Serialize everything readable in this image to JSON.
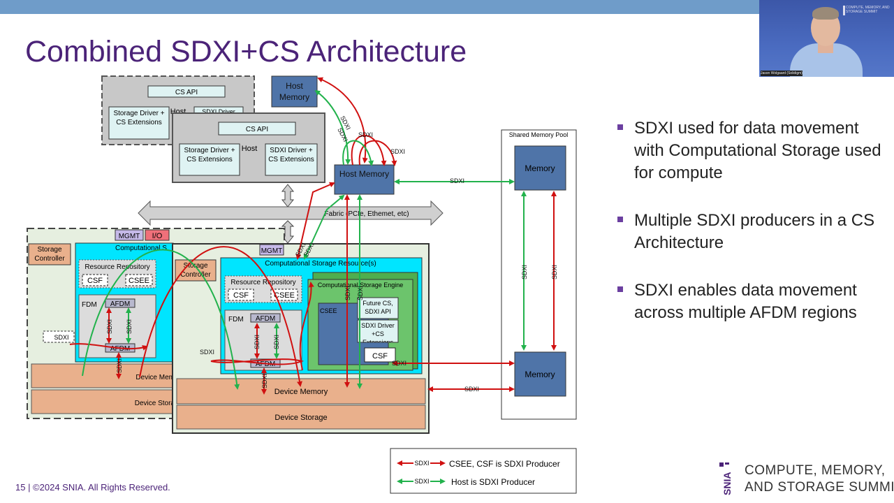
{
  "slide": {
    "title": "Combined SDXI+CS Architecture",
    "footer": "15 | ©2024 SNIA. All Rights Reserved.",
    "logo": {
      "line1": "COMPUTE, MEMORY,",
      "line2": "AND STORAGE SUMMIT",
      "vertical": "SNIA"
    },
    "webcam": {
      "caption": "Jason Wolgaard (Solidigm)",
      "brand": "COMPUTE, MEMORY, AND STORAGE SUMMIT"
    }
  },
  "bullets": [
    "SDXI used for data movement with Computational Storage used for compute",
    "Multiple SDXI producers in a CS Architecture",
    "SDXI enables data movement across multiple AFDM regions"
  ],
  "diagram": {
    "host_back": {
      "cs_api": "CS API",
      "host": "Host",
      "storage_driver": "Storage Driver + CS Extensions",
      "sdxi_driver": "SDXI Driver"
    },
    "host_front": {
      "cs_api": "CS API",
      "host": "Host",
      "storage_driver": "Storage Driver + CS Extensions",
      "sdxi_driver": "SDXI Driver + CS Extensions"
    },
    "host_memory_top": "Host Memory",
    "host_memory": "Host Memory",
    "fabric": "Fabric (PCIe, Ethemet, etc)",
    "shared_pool": {
      "title": "Shared Memory Pool",
      "memory_top": "Memory",
      "memory_bottom": "Memory"
    },
    "back_device": {
      "mgmt": "MGMT",
      "io": "I/O",
      "storage_controller": "Storage Controller",
      "csr": "Computational S",
      "resource_repository": "Resource Repository",
      "csf": "CSF",
      "csee": "CSEE",
      "fdm": "FDM",
      "afdm1": "AFDM",
      "afdm2": "AFDM",
      "device_memory": "Device Mem",
      "device_storage": "Device Stora"
    },
    "front_device": {
      "mgmt": "MGMT",
      "storage_controller": "Storage Controller",
      "csr": "Computational Storage Resource(s)",
      "resource_repository": "Resource Repository",
      "csf": "CSF",
      "csee": "CSEE",
      "cse": "Computational Storage Engine",
      "csee2": "CSEE",
      "future": "Future CS, SDXI API",
      "sdxi_driver": "SDXI Driver +CS Extensions",
      "csf2": "CSF",
      "fdm": "FDM",
      "afdm1": "AFDM",
      "afdm2": "AFDM",
      "device_memory": "Device Memory",
      "device_storage": "Device Storage"
    },
    "sdxi_label": "SDXI",
    "legend": {
      "red_label": "CSEE, CSF is SDXI Producer",
      "green_label": "Host is SDXI Producer",
      "arrow_text": "SDXI"
    }
  },
  "colors": {
    "title": "#4b2378",
    "topbar": "#6f9cc9",
    "memory_box": "#4f74a8",
    "sdxi_red": "#d01010",
    "sdxi_green": "#22b24c",
    "cyan": "#00e5ff",
    "device_tan": "#e9b08c"
  }
}
